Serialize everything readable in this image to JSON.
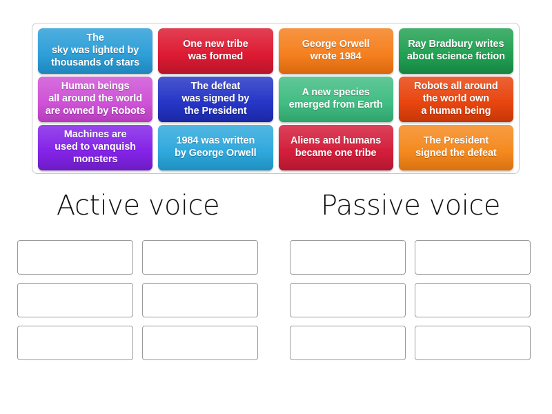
{
  "activity": {
    "type": "group-sort",
    "tray": {
      "name": "draggable-tiles-tray",
      "tiles": [
        {
          "id": "tile-1",
          "text": "The\nsky was lighted by\nthousands of stars",
          "color": "#2e9fd8",
          "color_dark": "#1f86bd"
        },
        {
          "id": "tile-2",
          "text": "One new tribe\nwas formed",
          "color": "#dd1b33",
          "color_dark": "#b8152a"
        },
        {
          "id": "tile-3",
          "text": "George Orwell\nwrote 1984",
          "color": "#f5801f",
          "color_dark": "#d9680e"
        },
        {
          "id": "tile-4",
          "text": "Ray Bradbury writes\nabout science fiction",
          "color": "#23a153",
          "color_dark": "#168543"
        },
        {
          "id": "tile-5",
          "text": "Human beings\nall around the world\nare owned by Robots",
          "color": "#ce53d6",
          "color_dark": "#b43cbc"
        },
        {
          "id": "tile-6",
          "text": "The defeat\nwas signed by\nthe President",
          "color": "#2636c6",
          "color_dark": "#1a27a4"
        },
        {
          "id": "tile-7",
          "text": "A new species\nemerged from Earth",
          "color": "#42bd83",
          "color_dark": "#2fa36c"
        },
        {
          "id": "tile-8",
          "text": "Robots all around\nthe world own\na human being",
          "color": "#e8450f",
          "color_dark": "#c43708"
        },
        {
          "id": "tile-9",
          "text": "Machines are\nused to vanquish\nmonsters",
          "color": "#8424e8",
          "color_dark": "#6c1bc4"
        },
        {
          "id": "tile-10",
          "text": "1984 was written\nby George Orwell",
          "color": "#31a9dd",
          "color_dark": "#1f8fc0"
        },
        {
          "id": "tile-11",
          "text": "Aliens and humans\nbecame one tribe",
          "color": "#d41f3c",
          "color_dark": "#b21630"
        },
        {
          "id": "tile-12",
          "text": "The President\nsigned the defeat",
          "color": "#f58a20",
          "color_dark": "#d97210"
        }
      ]
    },
    "columns": [
      {
        "id": "column-active",
        "title": "Active voice",
        "slots": [
          "",
          "",
          "",
          "",
          "",
          ""
        ]
      },
      {
        "id": "column-passive",
        "title": "Passive voice",
        "slots": [
          "",
          "",
          "",
          "",
          "",
          ""
        ]
      }
    ]
  },
  "theme": {
    "background": "#ffffff",
    "tray_border": "#c9c9c9",
    "slot_border": "#9a9a9a",
    "title_color": "#121212",
    "tile_text_color": "#ffffff"
  }
}
